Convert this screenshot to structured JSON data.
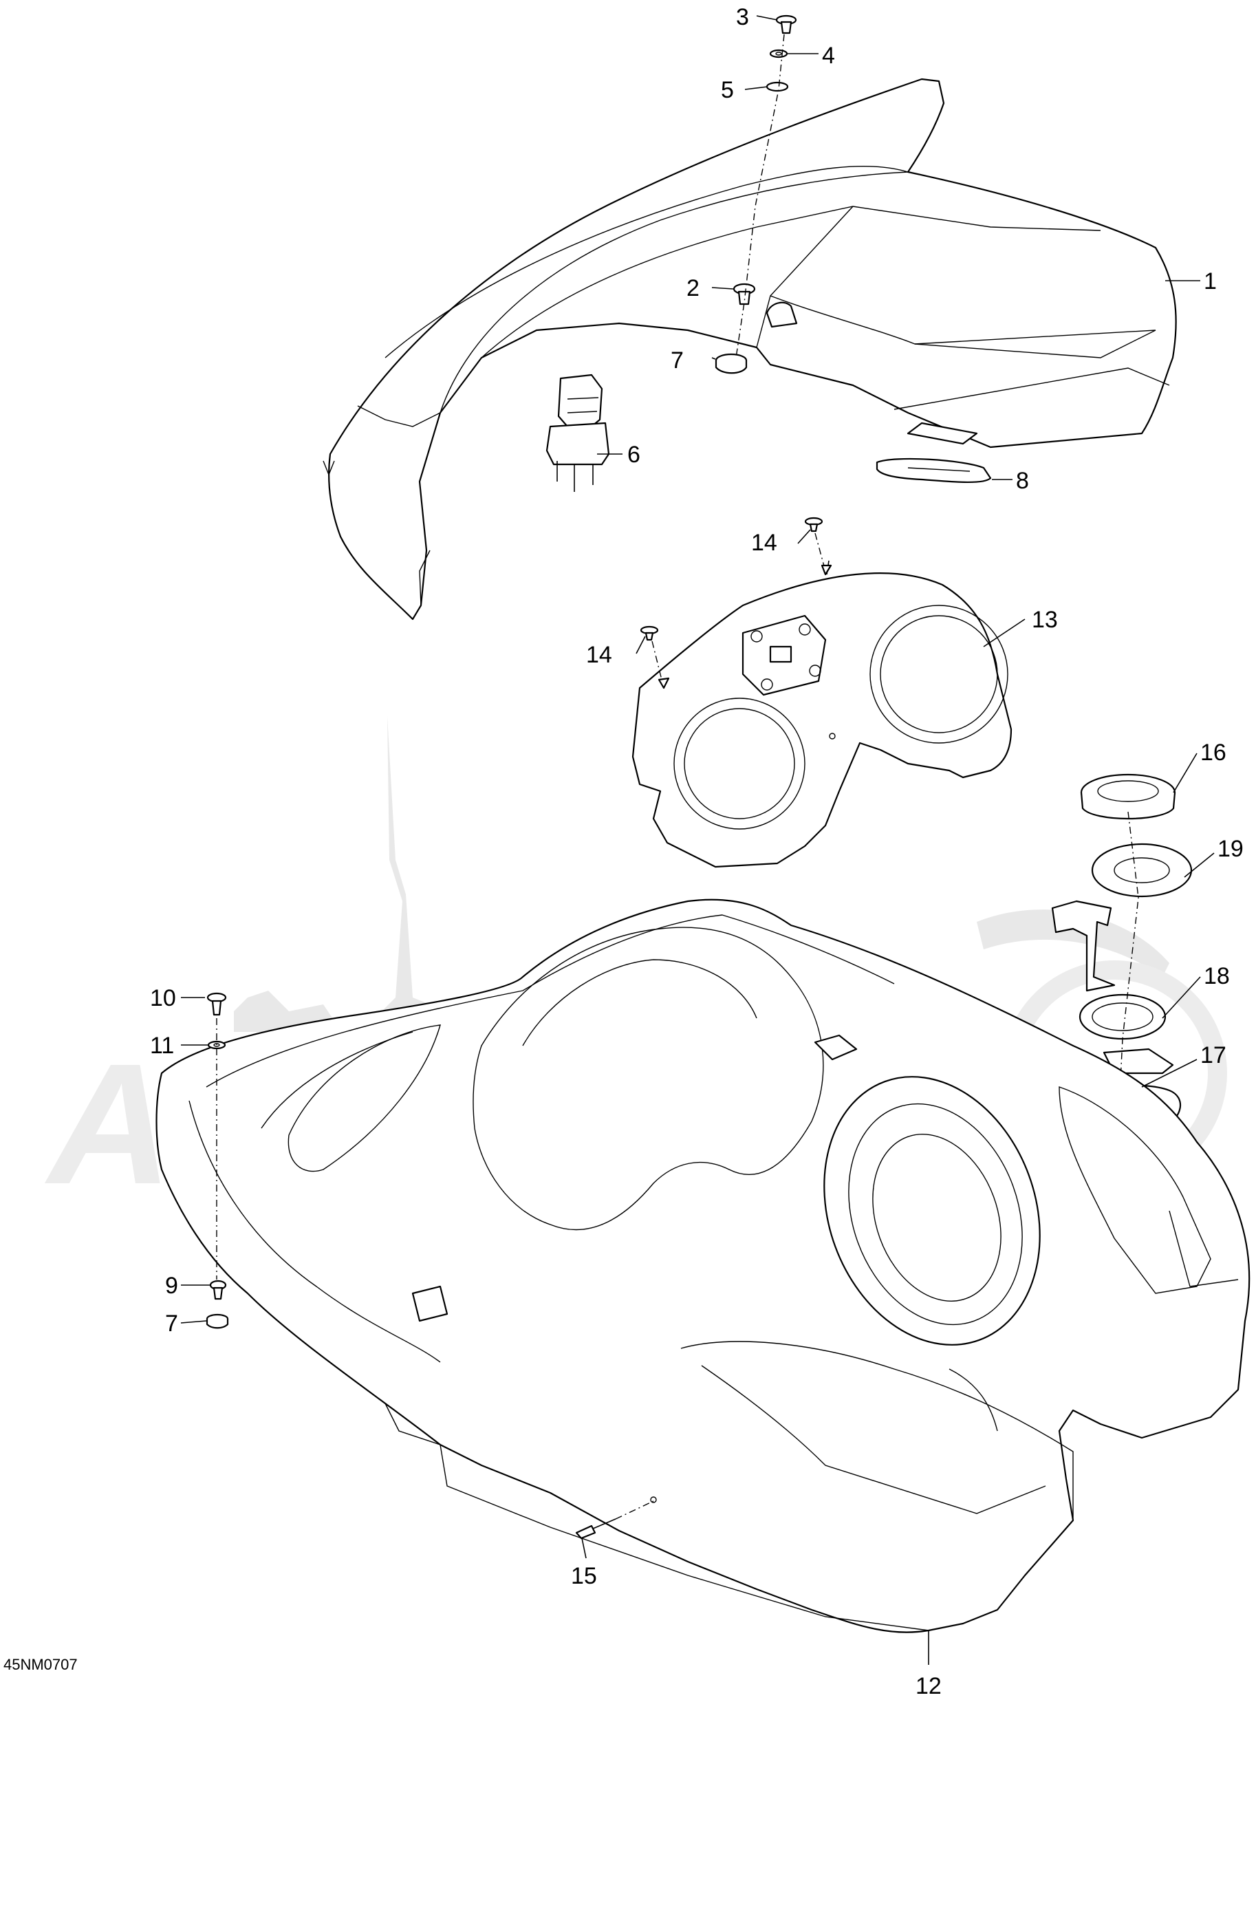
{
  "diagram": {
    "drawing_code": "45NM0707",
    "callouts": [
      "1",
      "2",
      "3",
      "4",
      "5",
      "6",
      "7",
      "8",
      "9",
      "10",
      "11",
      "12",
      "13",
      "14",
      "15",
      "16",
      "17",
      "18",
      "19"
    ],
    "watermark": "Akiti Moto"
  }
}
